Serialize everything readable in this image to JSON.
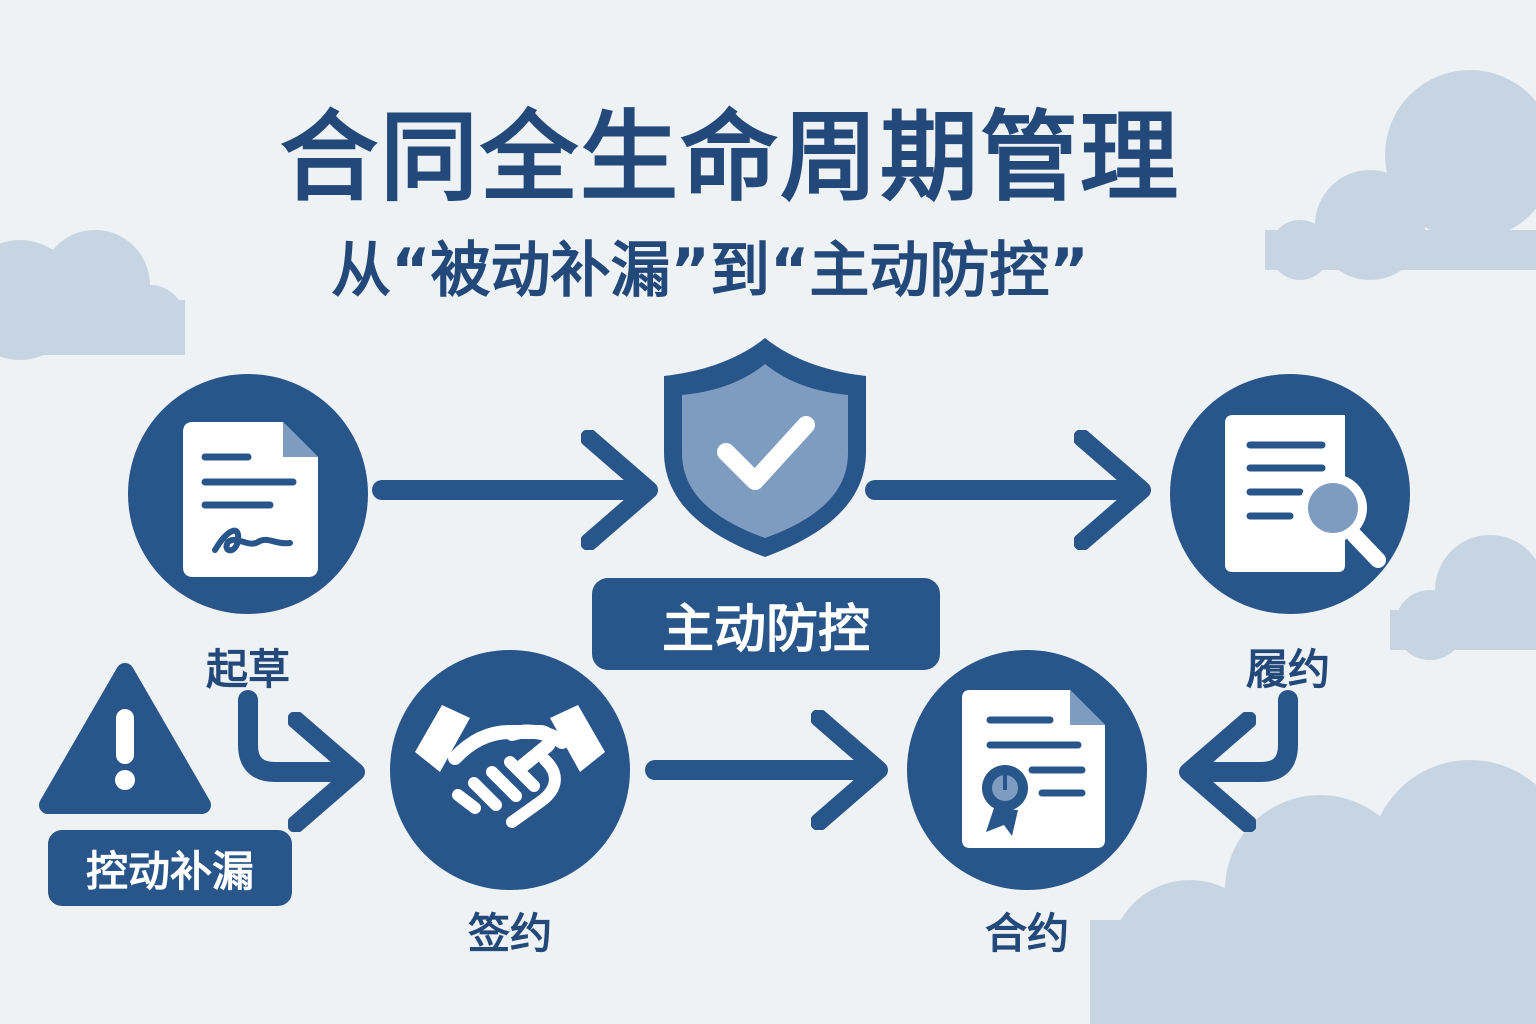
{
  "title": "合同全生命周期管理",
  "subtitle": "从“被动补漏”到“主动防控”",
  "center_badge": "主动防控",
  "warning_badge": "控动补漏",
  "steps": {
    "draft": {
      "label": "起草",
      "icon": "contract-document-icon"
    },
    "sign": {
      "label": "签约",
      "icon": "handshake-icon"
    },
    "contract": {
      "label": "合约",
      "icon": "certificate-document-icon"
    },
    "perform": {
      "label": "履约",
      "icon": "document-search-icon"
    }
  },
  "icons": {
    "shield": "shield-check-icon",
    "warning": "warning-triangle-icon"
  },
  "colors": {
    "primary": "#23497a",
    "circle": "#28558a",
    "shield_fill": "#7e9bc0",
    "cloud": "#c7d5e3",
    "background": "#eef2f4"
  }
}
